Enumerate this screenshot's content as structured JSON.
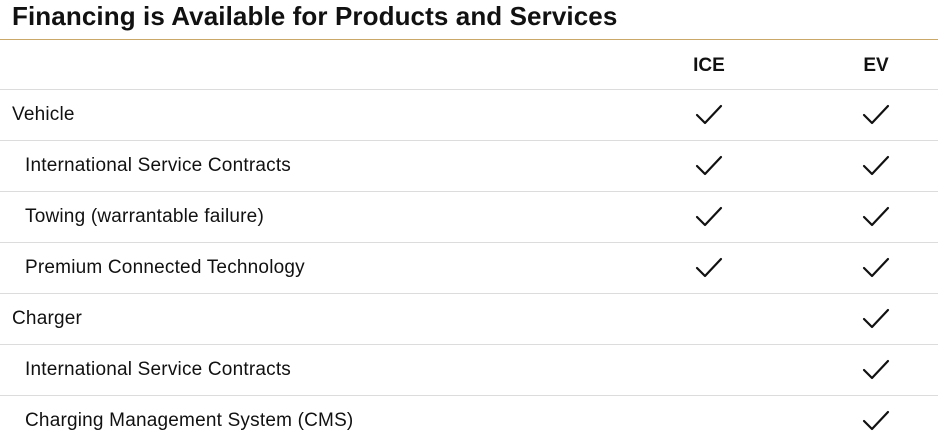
{
  "title": "Financing is Available for Products and Services",
  "columns": {
    "ice": "ICE",
    "ev": "EV"
  },
  "icons": {
    "check": "check-icon"
  },
  "colors": {
    "title_rule": "#c9a86a",
    "row_divider": "#dcdcdc",
    "text": "#111111"
  },
  "rows": [
    {
      "label": "Vehicle",
      "level": 0,
      "ice": true,
      "ev": true
    },
    {
      "label": "International Service Contracts",
      "level": 1,
      "ice": true,
      "ev": true
    },
    {
      "label": "Towing (warrantable failure)",
      "level": 1,
      "ice": true,
      "ev": true
    },
    {
      "label": "Premium Connected Technology",
      "level": 1,
      "ice": true,
      "ev": true
    },
    {
      "label": "Charger",
      "level": 0,
      "ice": false,
      "ev": true
    },
    {
      "label": "International Service Contracts",
      "level": 1,
      "ice": false,
      "ev": true
    },
    {
      "label": "Charging Management System (CMS)",
      "level": 1,
      "ice": false,
      "ev": true
    }
  ]
}
